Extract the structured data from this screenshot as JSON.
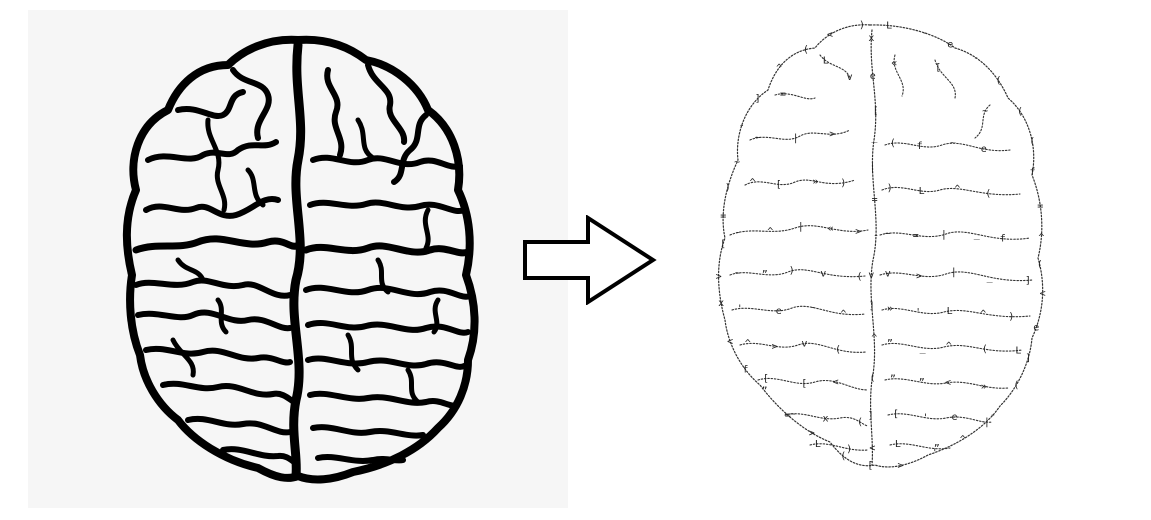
{
  "figure": {
    "left_image": {
      "subject": "brain-line-drawing",
      "style": "black ink outline",
      "background": "#f6f6f6",
      "stroke_color": "#000000"
    },
    "arrow": {
      "direction": "right",
      "style": "outlined block arrow",
      "stroke_color": "#000000"
    },
    "right_image": {
      "subject": "brain-ascii-art",
      "style": "dotted ASCII characters",
      "background": "#ffffff",
      "glyph_color": "#222222",
      "glyphs": [
        "v",
        "^",
        "<",
        ">",
        "|",
        "-",
        "_",
        "'",
        "”",
        "(",
        ")",
        "[",
        "]",
        "~",
        "=",
        "e",
        "«",
        "»",
        "L",
        "x",
        "f"
      ]
    }
  }
}
